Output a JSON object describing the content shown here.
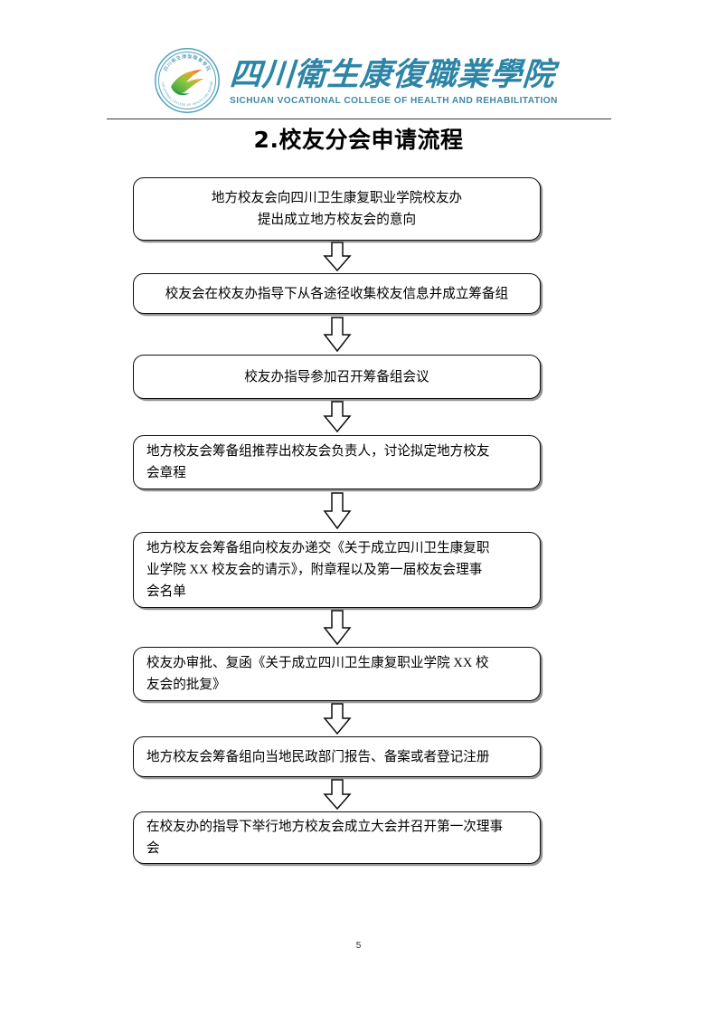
{
  "header": {
    "emblem_name": "college-seal-emblem",
    "wordmark_cn": "四川衛生康復職業學院",
    "wordmark_en": "SICHUAN VOCATIONAL COLLEGE OF HEALTH AND REHABILITATION",
    "brand_color": "#2c85a6",
    "emblem_ring_color": "#4ba3bd",
    "emblem_accent_green": "#3faa4a",
    "emblem_accent_orange": "#f0a028",
    "emblem_accent_red": "#e0452c"
  },
  "title": "2.校友分会申请流程",
  "flow": {
    "nodes": [
      {
        "id": "node-1",
        "align": "centered",
        "lines": [
          "地方校友会向四川卫生康复职业学院校友办",
          "提出成立地方校友会的意向"
        ]
      },
      {
        "id": "node-2",
        "align": "centered",
        "lines": [
          "校友会在校友办指导下从各途径收集校友信息并成立筹备组"
        ]
      },
      {
        "id": "node-3",
        "align": "centered",
        "lines": [
          "校友办指导参加召开筹备组会议"
        ]
      },
      {
        "id": "node-4",
        "align": "left",
        "lines": [
          "地方校友会筹备组推荐出校友会负责人，讨论拟定地方校友",
          "会章程"
        ]
      },
      {
        "id": "node-5",
        "align": "left",
        "lines": [
          "地方校友会筹备组向校友办递交《关于成立四川卫生康复职",
          "业学院 XX 校友会的请示》，附章程以及第一届校友会理事",
          "会名单"
        ]
      },
      {
        "id": "node-6",
        "align": "left",
        "lines": [
          "校友办审批、复函《关于成立四川卫生康复职业学院 XX 校",
          "友会的批复》"
        ]
      },
      {
        "id": "node-7",
        "align": "left",
        "lines": [
          "地方校友会筹备组向当地民政部门报告、备案或者登记注册"
        ]
      },
      {
        "id": "node-8",
        "align": "left",
        "lines": [
          "在校友办的指导下举行地方校友会成立大会并召开第一次理事",
          "会"
        ]
      }
    ],
    "connector_name": "down-block-arrow"
  },
  "footer": {
    "page_number": "5"
  }
}
